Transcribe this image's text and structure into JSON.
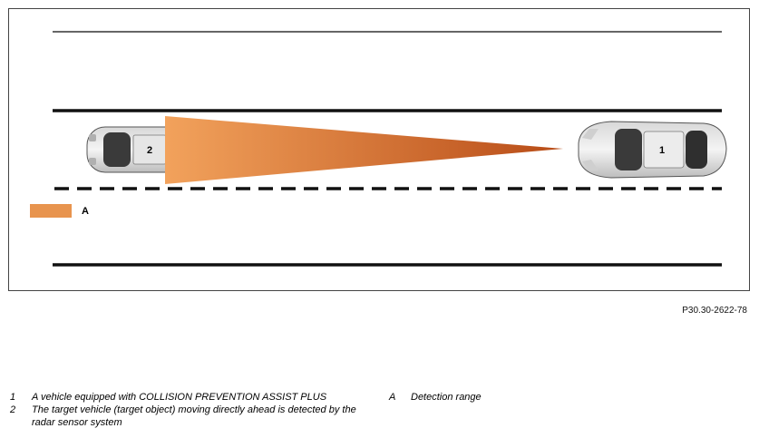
{
  "diagram": {
    "vehicle_labels": {
      "vehicle_1": "1",
      "vehicle_2": "2"
    },
    "range_key_label": "A",
    "figure_code": "P30.30-2622-78",
    "colors": {
      "range_light": "#F2A25C",
      "range_dark": "#B84C17",
      "key_swatch": "#E8944E",
      "road_line": "#111111",
      "lane_line": "#111111"
    }
  },
  "legend": {
    "items": [
      {
        "key": "1",
        "text": "A vehicle equipped with COLLISION PREVENTION ASSIST PLUS"
      },
      {
        "key": "2",
        "text": "The target vehicle (target object) moving directly ahead is detected by the radar sensor system"
      }
    ],
    "range": {
      "key": "A",
      "text": "Detection range"
    }
  }
}
